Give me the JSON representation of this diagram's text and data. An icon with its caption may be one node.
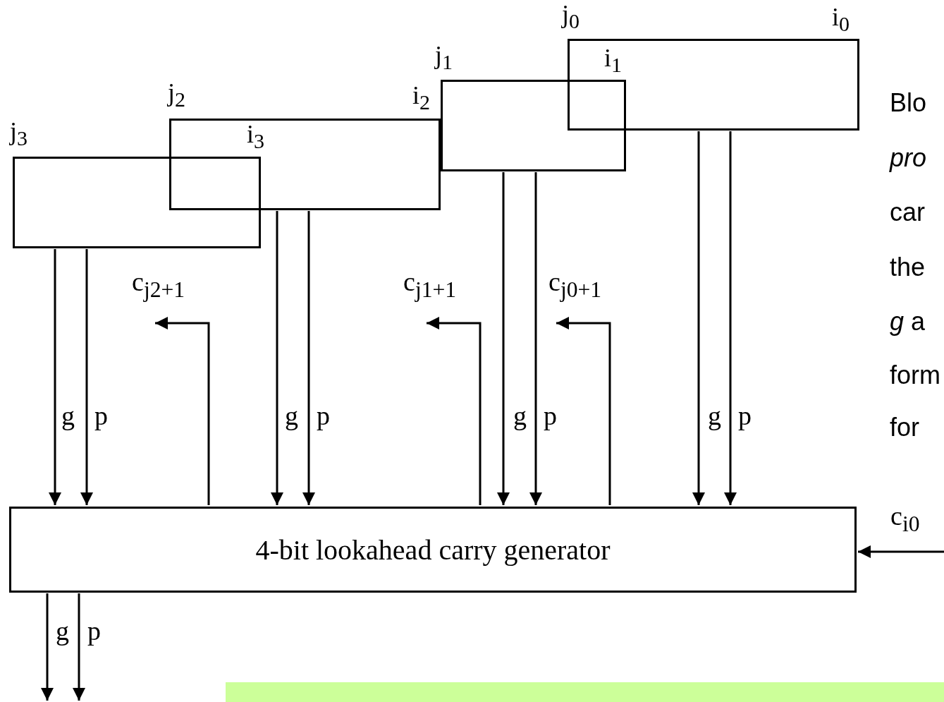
{
  "diagram": {
    "nodes": [
      {
        "text": [],
        "shape": "box",
        "beside": [
          "j$_{0}$",
          "i$_{0}$"
        ]
      },
      {
        "text": [],
        "shape": "box",
        "beside": [
          "j$_{1}$",
          "i$_{1}$"
        ]
      },
      {
        "text": [],
        "shape": "box",
        "beside": [
          "j$_{2}$",
          "i$_{2}$"
        ]
      },
      {
        "text": [],
        "shape": "box",
        "beside": [
          "j$_{3}$",
          "i$_{3}$"
        ]
      },
      {
        "text": [
          "4-bit lookahead carry generator"
        ]
      },
      {
        "text": [],
        "shape": "bar"
      }
    ],
    "edges": [
      {
        "from": 3,
        "to": 4,
        "arrow": "to",
        "label": "g"
      },
      {
        "from": 3,
        "to": 4,
        "arrow": "to",
        "label": "p"
      },
      {
        "from": 4,
        "to": null,
        "arrow": "to",
        "label": "c$_{j2+1}$"
      },
      {
        "from": 2,
        "to": 4,
        "arrow": "to",
        "label": "g"
      },
      {
        "from": 2,
        "to": 4,
        "arrow": "to",
        "label": "p"
      },
      {
        "from": 4,
        "to": null,
        "arrow": "to",
        "label": "c$_{j1+1}$"
      },
      {
        "from": 1,
        "to": 4,
        "arrow": "to",
        "label": "g"
      },
      {
        "from": 1,
        "to": 4,
        "arrow": "to",
        "label": "p"
      },
      {
        "from": 4,
        "to": null,
        "arrow": "to",
        "label": "c$_{j0+1}$"
      },
      {
        "from": 0,
        "to": 4,
        "arrow": "to",
        "label": "g"
      },
      {
        "from": 0,
        "to": 4,
        "arrow": "to",
        "label": "p"
      },
      {
        "from": null,
        "to": 4,
        "arrow": "to",
        "label": "c$_{i0}$"
      },
      {
        "from": 4,
        "to": null,
        "arrow": "to",
        "label": "g"
      },
      {
        "from": 4,
        "to": null,
        "arrow": "to",
        "label": "p"
      }
    ],
    "labels": [
      "Blo",
      "pro",
      "car",
      "the",
      "*g* a",
      "form",
      "for"
    ]
  }
}
